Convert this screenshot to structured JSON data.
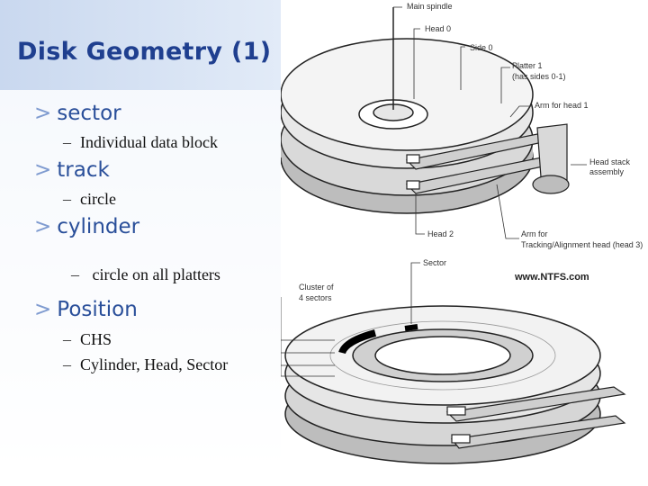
{
  "slide": {
    "title": "Disk Geometry (1)",
    "bullets": [
      {
        "text": "sector",
        "sub": [
          "Individual data block"
        ]
      },
      {
        "text": "track",
        "sub": [
          "circle"
        ]
      },
      {
        "text": "cylinder",
        "sub": [
          " circle on all platters"
        ]
      },
      {
        "text": "Position",
        "sub": [
          "CHS",
          "Cylinder, Head, Sector"
        ]
      }
    ],
    "bullet_marker": ">",
    "sub_marker": "–"
  },
  "diagram": {
    "labels": {
      "main_spindle": "Main spindle",
      "head0": "Head 0",
      "side0": "Side 0",
      "platter1": "Platter 1",
      "platter1_sub": "(has sides 0-1)",
      "arm_head1": "Arm for head 1",
      "head_stack": "Head stack",
      "head_stack2": "assembly",
      "head2": "Head 2",
      "arm_for": "Arm for",
      "arm_tracking": "Tracking/Alignment head (head 3)",
      "sector": "Sector",
      "cluster1": "Cluster of",
      "cluster2": "4 sectors",
      "watermark": "www.NTFS.com"
    }
  },
  "colors": {
    "title": "#1f3f8f",
    "bullet": "#2a4f9a",
    "marker": "#7f9bd0"
  }
}
